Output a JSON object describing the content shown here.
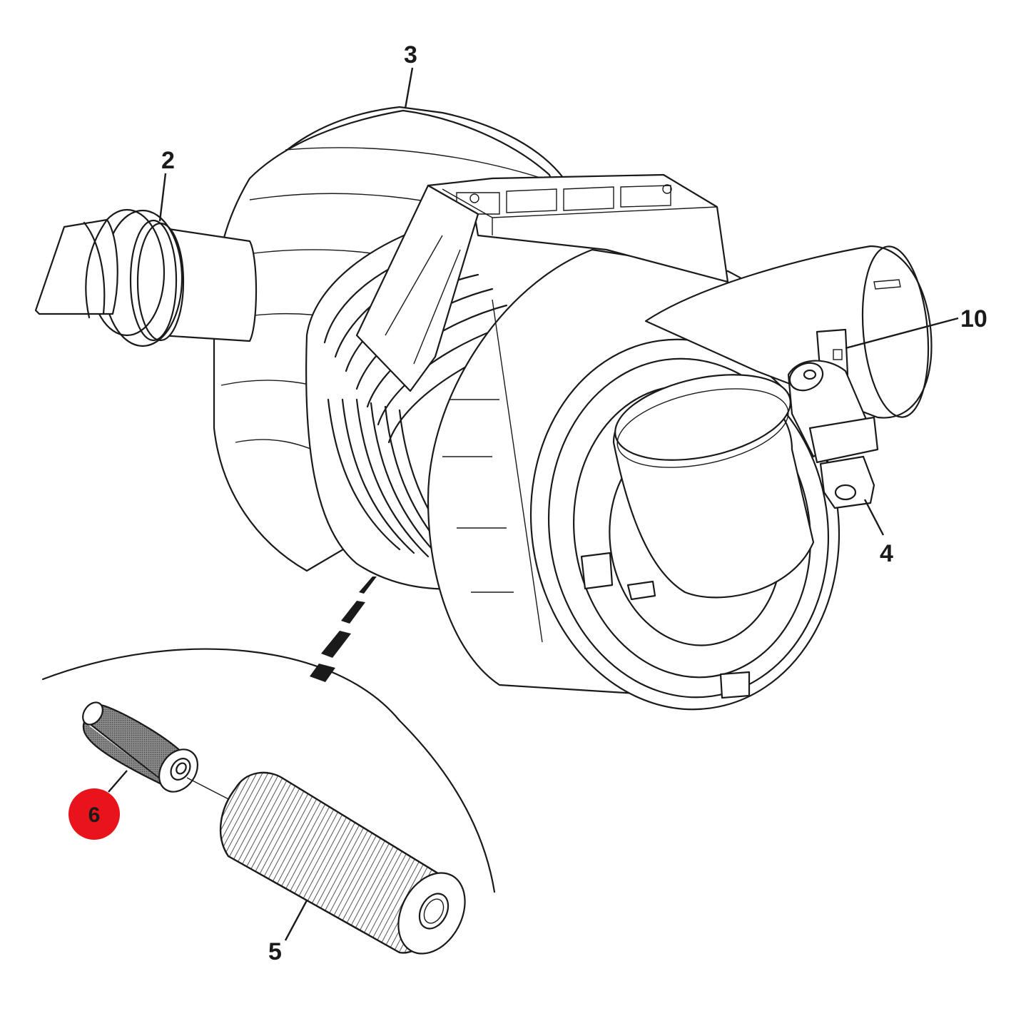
{
  "diagram": {
    "callouts": [
      {
        "id": "2",
        "label": "2"
      },
      {
        "id": "3",
        "label": "3"
      },
      {
        "id": "10",
        "label": "10"
      },
      {
        "id": "4",
        "label": "4"
      },
      {
        "id": "6",
        "label": "6",
        "highlighted": true
      },
      {
        "id": "5",
        "label": "5"
      }
    ],
    "colors": {
      "line": "#1a1a1a",
      "highlight": "#e8131b",
      "background": "#ffffff"
    }
  }
}
